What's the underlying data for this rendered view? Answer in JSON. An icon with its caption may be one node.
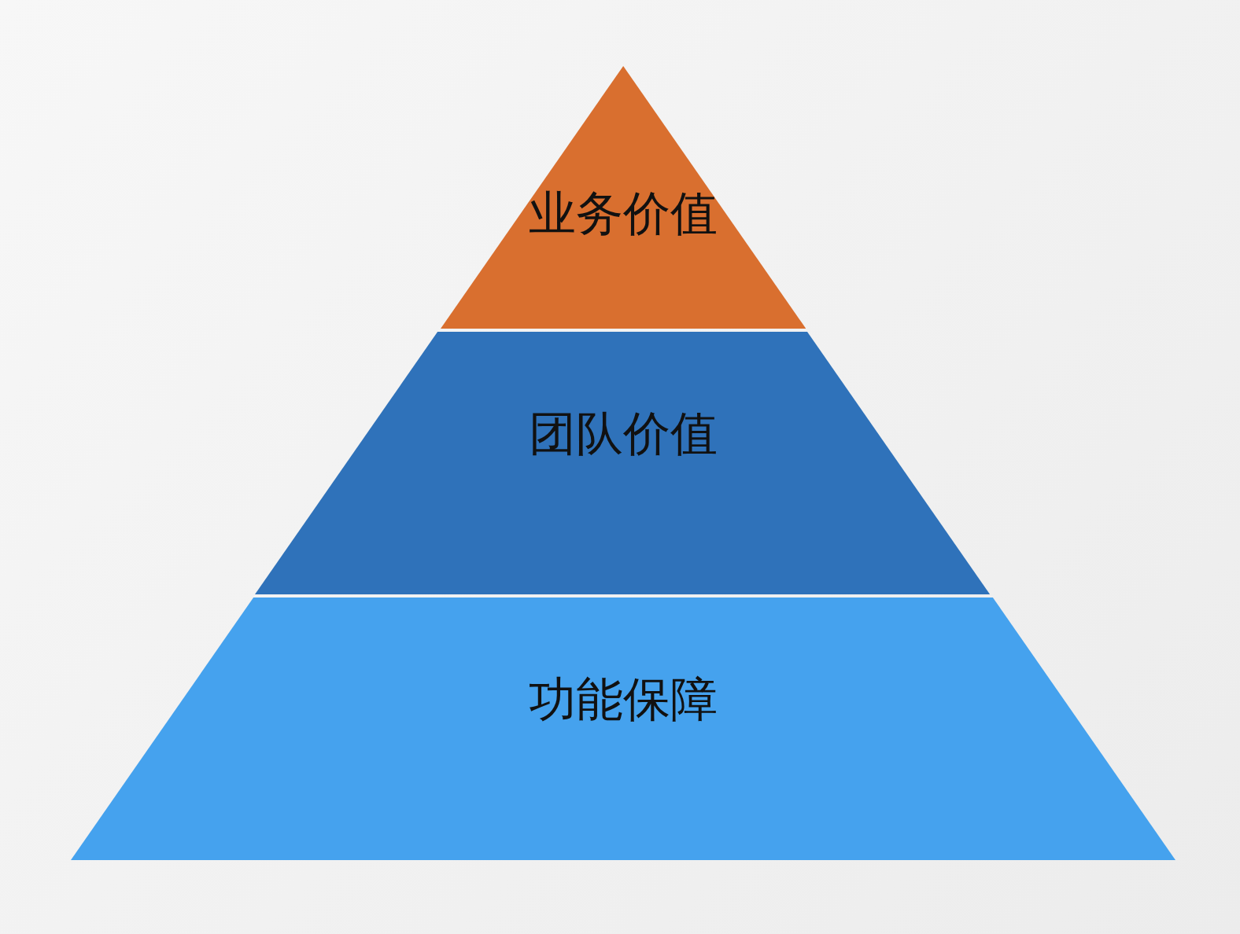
{
  "diagram": {
    "nodes": [
      {
        "text": [
          "业务价值"
        ]
      },
      {
        "text": [
          "团队价值"
        ]
      },
      {
        "text": [
          "功能保障"
        ]
      }
    ]
  }
}
